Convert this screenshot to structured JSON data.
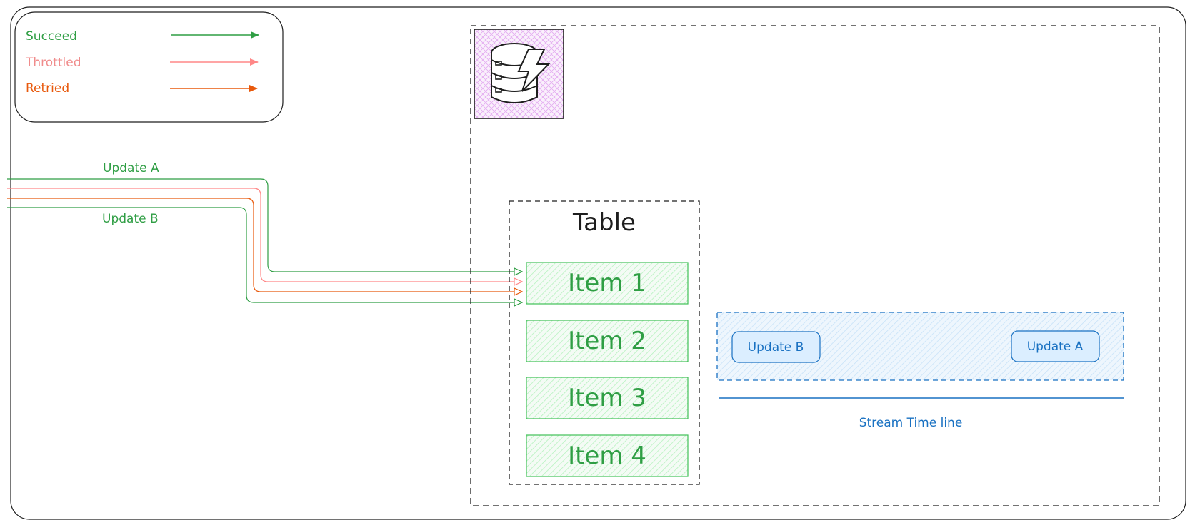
{
  "legend": {
    "items": [
      {
        "label": "Succeed",
        "color": "#2f9e44"
      },
      {
        "label": "Throttled",
        "color": "#ff8787"
      },
      {
        "label": "Retried",
        "color": "#e8590c"
      }
    ]
  },
  "flows": {
    "update_a_label": "Update A",
    "update_b_label": "Update B"
  },
  "database_icon": "dynamodb-database-icon",
  "table": {
    "title": "Table",
    "items": [
      "Item 1",
      "Item 2",
      "Item 3",
      "Item 4"
    ]
  },
  "stream": {
    "chips": [
      "Update B",
      "Update A"
    ],
    "timeline_label": "Stream Time line"
  },
  "colors": {
    "green": "#2f9e44",
    "pink": "#ff8787",
    "orange": "#e8590c",
    "blue": "#1971c2",
    "purple_fill": "#f3d9fa"
  }
}
